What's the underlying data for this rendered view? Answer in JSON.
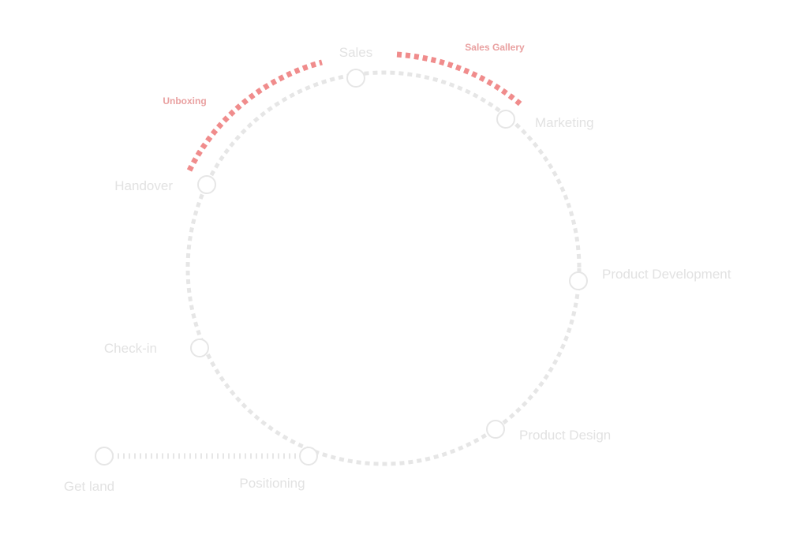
{
  "colors": {
    "background": "#ffffff",
    "circle_stroke": "#e6e6e6",
    "label_text": "#e2e2e2",
    "accent_arc": "#f08c8c",
    "accent_label": "#e9a0a0"
  },
  "stages": {
    "sales": "Sales",
    "marketing": "Marketing",
    "product_development": "Product Development",
    "product_design": "Product Design",
    "positioning": "Positioning",
    "get_land": "Get land",
    "check_in": "Check-in",
    "handover": "Handover"
  },
  "highlights": {
    "sales_gallery": "Sales Gallery",
    "unboxing": "Unboxing"
  }
}
